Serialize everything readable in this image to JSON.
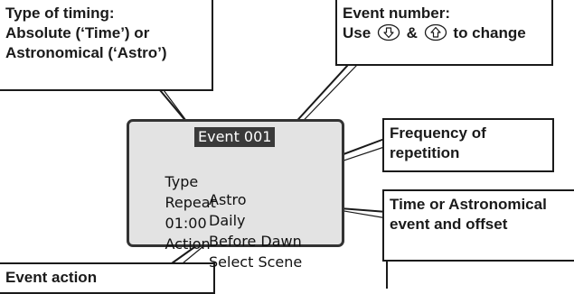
{
  "callouts": {
    "timing_type": {
      "line1": "Type of timing:",
      "line2": "Absolute (‘Time’) or",
      "line3": "Astronomical (‘Astro’)"
    },
    "event_number": {
      "line1": "Event number:",
      "line2_prefix": "Use",
      "line2_mid": "&",
      "line2_suffix": "to change",
      "down_button_icon": "down-arrow-button-icon",
      "up_button_icon": "up-arrow-button-icon"
    },
    "frequency": {
      "line1": "Frequency of",
      "line2": "repetition"
    },
    "time_astro": {
      "line1": "Time or Astronomical",
      "line2": "event and offset"
    },
    "event_action": {
      "line1": "Event action"
    }
  },
  "lcd": {
    "title": "Event 001",
    "rows": [
      {
        "label": "Type",
        "value": "Astro"
      },
      {
        "label": "Repeat",
        "value": "Daily"
      },
      {
        "label": "01:00",
        "value": "Before Dawn"
      },
      {
        "label": "Action",
        "value": "Select Scene"
      }
    ]
  },
  "colors": {
    "outline": "#1a1a1a",
    "lcd_background": "#e3e3e3",
    "lcd_title_background": "#3a3a3a",
    "lcd_title_text": "#ffffff"
  }
}
